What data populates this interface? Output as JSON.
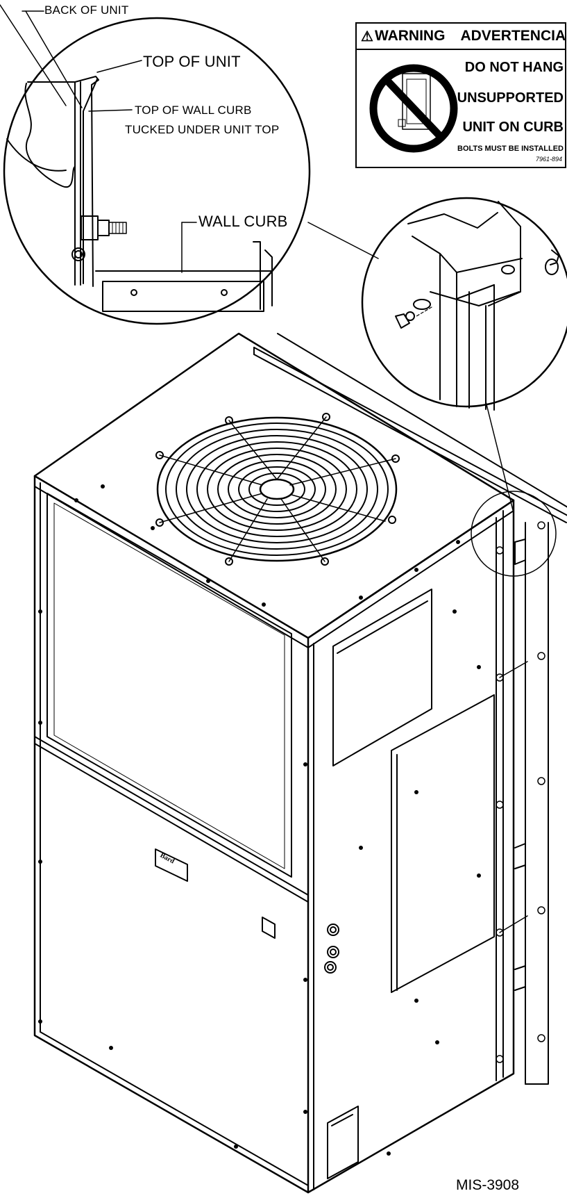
{
  "callouts": {
    "back_of_unit": "BACK OF UNIT",
    "top_of_unit": "TOP OF UNIT",
    "top_of_wall_curb_line1": "TOP OF WALL CURB",
    "top_of_wall_curb_line2": "TUCKED UNDER UNIT TOP",
    "wall_curb": "WALL CURB"
  },
  "warning_label": {
    "icon": "warning-triangle-icon",
    "title_en": "WARNING",
    "title_es": "ADVERTENCIA",
    "line1": "DO NOT HANG",
    "line2": "UNSUPPORTED",
    "line3": "UNIT ON CURB",
    "line4": "BOLTS MUST BE INSTALLED",
    "code": "7961-894"
  },
  "unit_logo": "Bard",
  "drawing_number": "MIS-3908"
}
